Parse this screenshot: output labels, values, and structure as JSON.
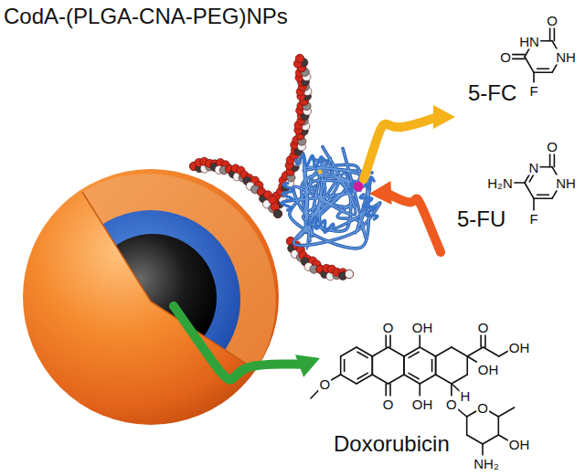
{
  "diagram": {
    "title": "CodA-(PLGA-CNA-PEG)NPs",
    "labels": [
      "5-FC",
      "O",
      "HN",
      "NH",
      "O",
      "F",
      "5-FU",
      "O",
      "N",
      "NH",
      "H₂N",
      "F",
      "O",
      "OH",
      "O",
      "OH",
      "OH",
      "O",
      "O",
      "OH",
      "H",
      "O",
      "O",
      "OH",
      "NH₂",
      "Doxorubicin"
    ]
  }
}
